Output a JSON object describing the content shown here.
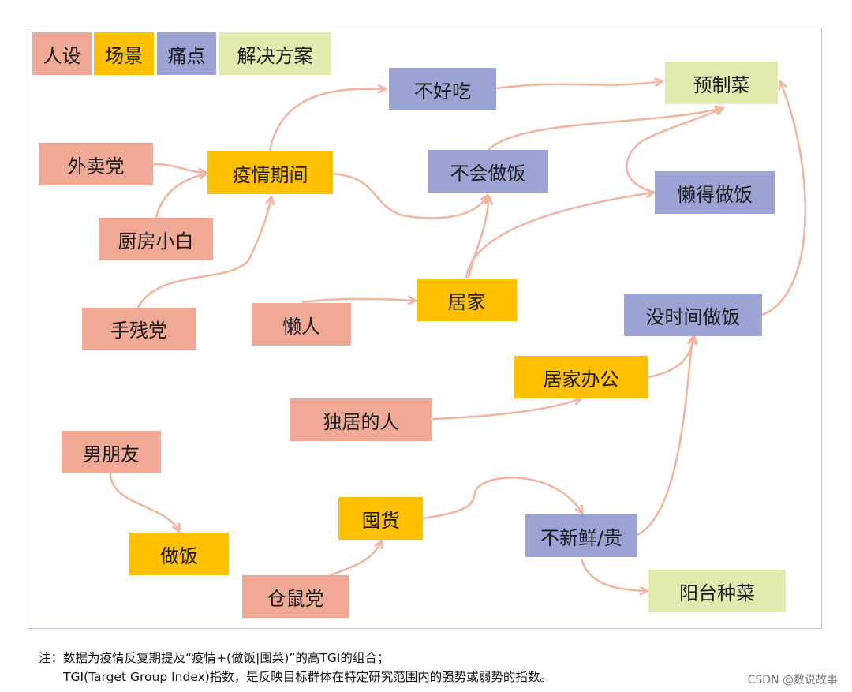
{
  "legend": {
    "persona": "人设",
    "scene": "场景",
    "pain": "痛点",
    "solution": "解决方案"
  },
  "colors": {
    "persona": "#f0a994",
    "scene": "#ffc000",
    "pain": "#9aa3d3",
    "solution": "#e2eaae",
    "edge": "#f2b5a0",
    "frame": "#c9c3e6"
  },
  "nodes": {
    "waimaidang": "外卖党",
    "chufangxiaobai": "厨房小白",
    "shoucandang": "手残党",
    "lanren": "懒人",
    "dujuderen": "独居的人",
    "nanpengyou": "男朋友",
    "cangshudang": "仓鼠党",
    "yiqingqijian": "疫情期间",
    "jujia": "居家",
    "jujiabangong": "居家办公",
    "zuofan": "做饭",
    "tunhuo": "囤货",
    "buhaochi": "不好吃",
    "buhuizuofan": "不会做饭",
    "landezuofan": "懒得做饭",
    "meishijianzuofan": "没时间做饭",
    "buxinxian": "不新鲜/贵",
    "yuzhicai": "预制菜",
    "yangtaizhongcai": "阳台种菜"
  },
  "footnote": {
    "line1": "注：数据为疫情反复期提及“疫情+(做饭|囤菜)”的高TGI的组合；",
    "line2": "TGI(Target Group Index)指数，是反映目标群体在特定研究范围内的强势或弱势的指数。"
  },
  "watermark": "CSDN @数说故事"
}
